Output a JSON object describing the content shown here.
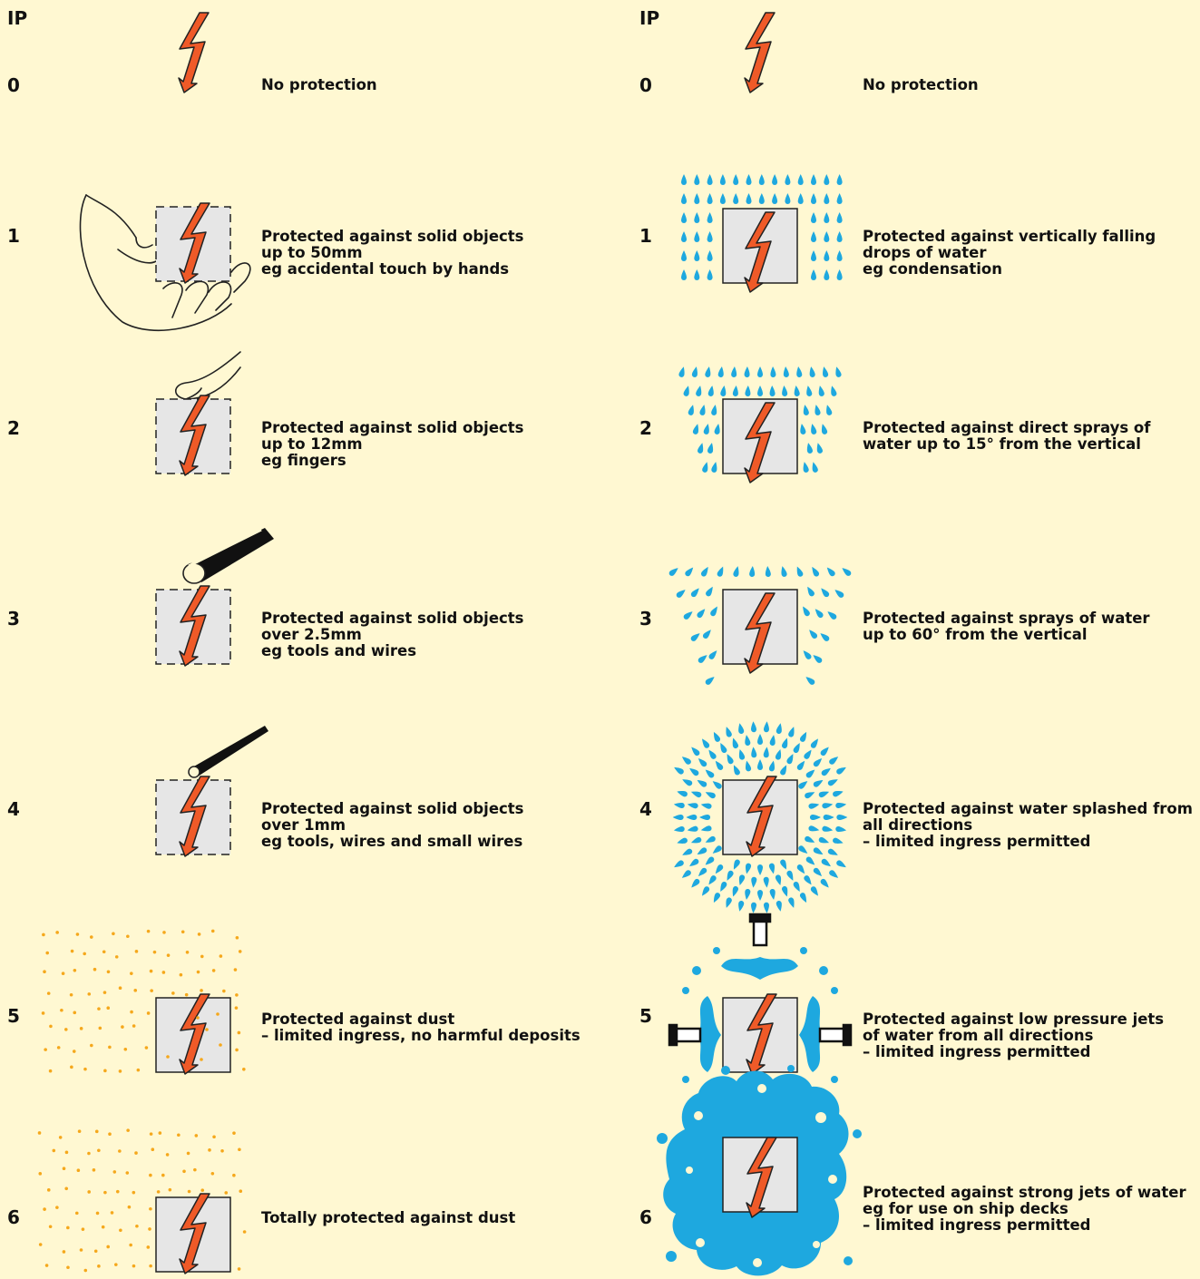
{
  "header_left": "IP",
  "header_right": "IP",
  "colors": {
    "background": "#fff8d2",
    "bolt": "#ef5a28",
    "water": "#1ea8df",
    "dust": "#f5a81c",
    "box": "#e6e6e6"
  },
  "solids": [
    {
      "code": "0",
      "lines": [
        "No protection"
      ],
      "icon": "lightning-bolt-icon"
    },
    {
      "code": "1",
      "lines": [
        "Protected against solid objects",
        "up to 50mm",
        "eg accidental touch by hands"
      ],
      "icon": "hand-icon"
    },
    {
      "code": "2",
      "lines": [
        "Protected against solid objects",
        "up to 12mm",
        "eg fingers"
      ],
      "icon": "finger-icon"
    },
    {
      "code": "3",
      "lines": [
        "Protected against solid objects",
        "over 2.5mm",
        "eg tools and wires"
      ],
      "icon": "tool-rod-icon"
    },
    {
      "code": "4",
      "lines": [
        "Protected against solid objects",
        "over 1mm",
        "eg tools, wires and small wires"
      ],
      "icon": "wire-icon"
    },
    {
      "code": "5",
      "lines": [
        "Protected against dust",
        "– limited ingress, no harmful deposits"
      ],
      "icon": "dust-icon"
    },
    {
      "code": "6",
      "lines": [
        "Totally protected against dust"
      ],
      "icon": "dust-icon"
    }
  ],
  "liquids": [
    {
      "code": "0",
      "lines": [
        "No protection"
      ],
      "icon": "lightning-bolt-icon"
    },
    {
      "code": "1",
      "lines": [
        "Protected against vertically falling",
        "drops of water",
        "eg condensation"
      ],
      "icon": "water-drops-icon"
    },
    {
      "code": "2",
      "lines": [
        "Protected against direct sprays of",
        "water up to 15° from the vertical"
      ],
      "icon": "water-spray-icon"
    },
    {
      "code": "3",
      "lines": [
        "Protected against sprays of water",
        "up to 60° from the vertical"
      ],
      "icon": "water-spray-icon"
    },
    {
      "code": "4",
      "lines": [
        "Protected against water splashed from",
        "all directions",
        "– limited ingress permitted"
      ],
      "icon": "water-splash-icon"
    },
    {
      "code": "5",
      "lines": [
        "Protected against low pressure jets",
        "of water from all directions",
        "– limited ingress permitted"
      ],
      "icon": "water-jet-icon"
    },
    {
      "code": "6",
      "lines": [
        "Protected against strong jets of water",
        "eg for use on ship decks",
        "– limited ingress permitted"
      ],
      "icon": "strong-water-jet-icon"
    }
  ]
}
